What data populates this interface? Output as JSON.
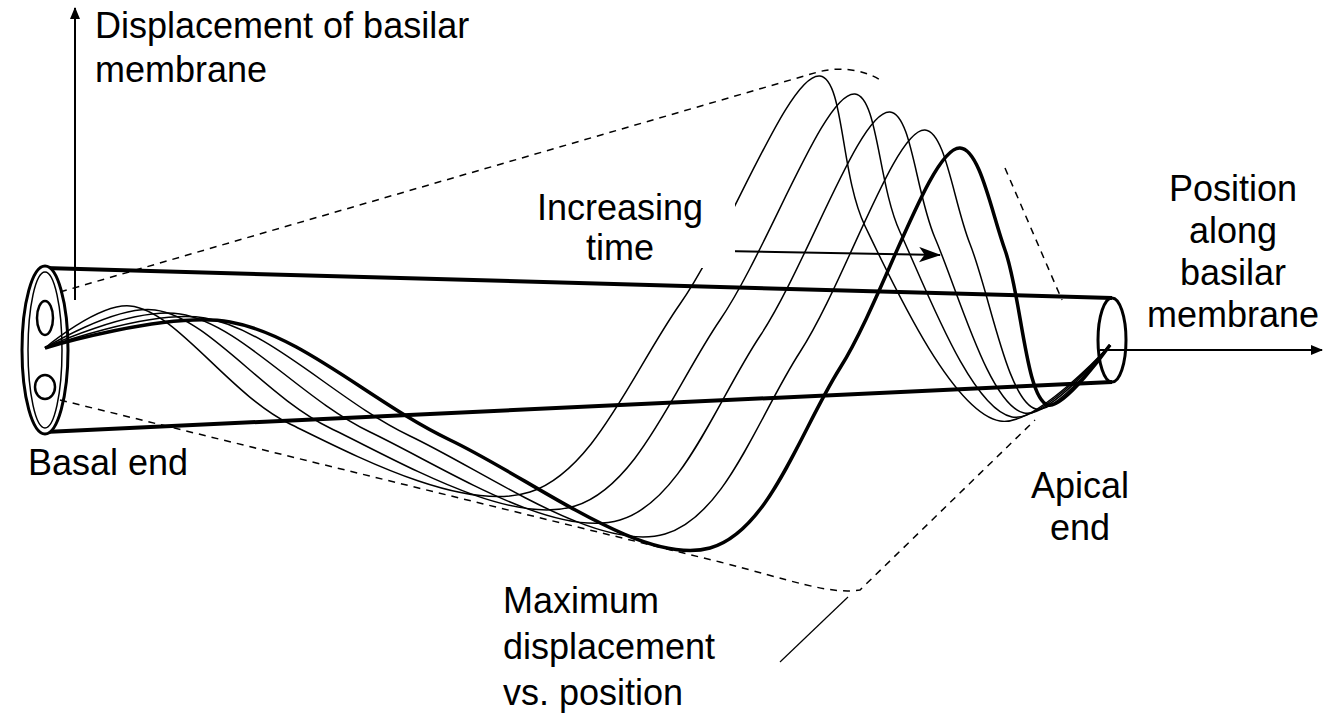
{
  "diagram": {
    "labels": [
      "Displacement of basilar membrane",
      "Increasing time",
      "Position along basilar membrane",
      "Basal end",
      "Apical end",
      "Maximum displacement vs. position"
    ]
  }
}
